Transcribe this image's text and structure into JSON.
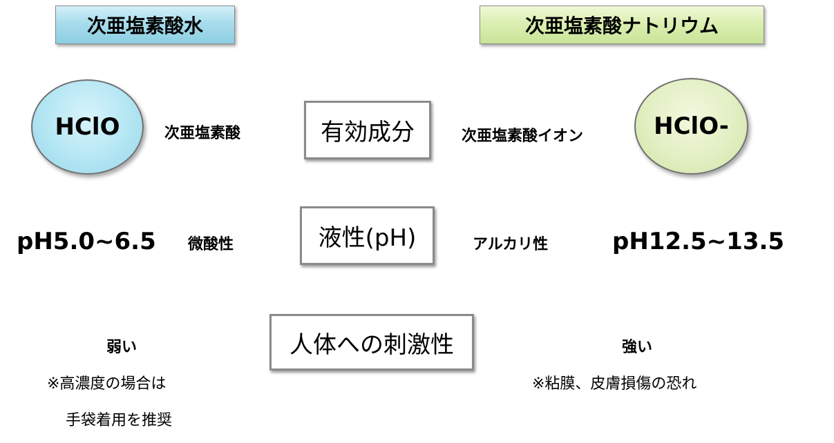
{
  "left": {
    "title": "次亜塩素酸水",
    "formula": "HClO",
    "component": "次亜塩素酸",
    "ph_value": "pH5.0~6.5",
    "ph_property": "微酸性",
    "irritation": "弱い",
    "note_line1": "※高濃度の場合は",
    "note_line2": "手袋着用を推奨",
    "color": "#a8dcec"
  },
  "right": {
    "title": "次亜塩素酸ナトリウム",
    "formula": "HClO-",
    "component": "次亜塩素酸イオン",
    "ph_value": "pH12.5~13.5",
    "ph_property": "アルカリ性",
    "irritation": "強い",
    "note_line1": "※粘膜、皮膚損傷の恐れ",
    "color": "#dcefb2"
  },
  "center": {
    "active": "有効成分",
    "ph": "液性(pH)",
    "irritation": "人体への刺激性"
  }
}
